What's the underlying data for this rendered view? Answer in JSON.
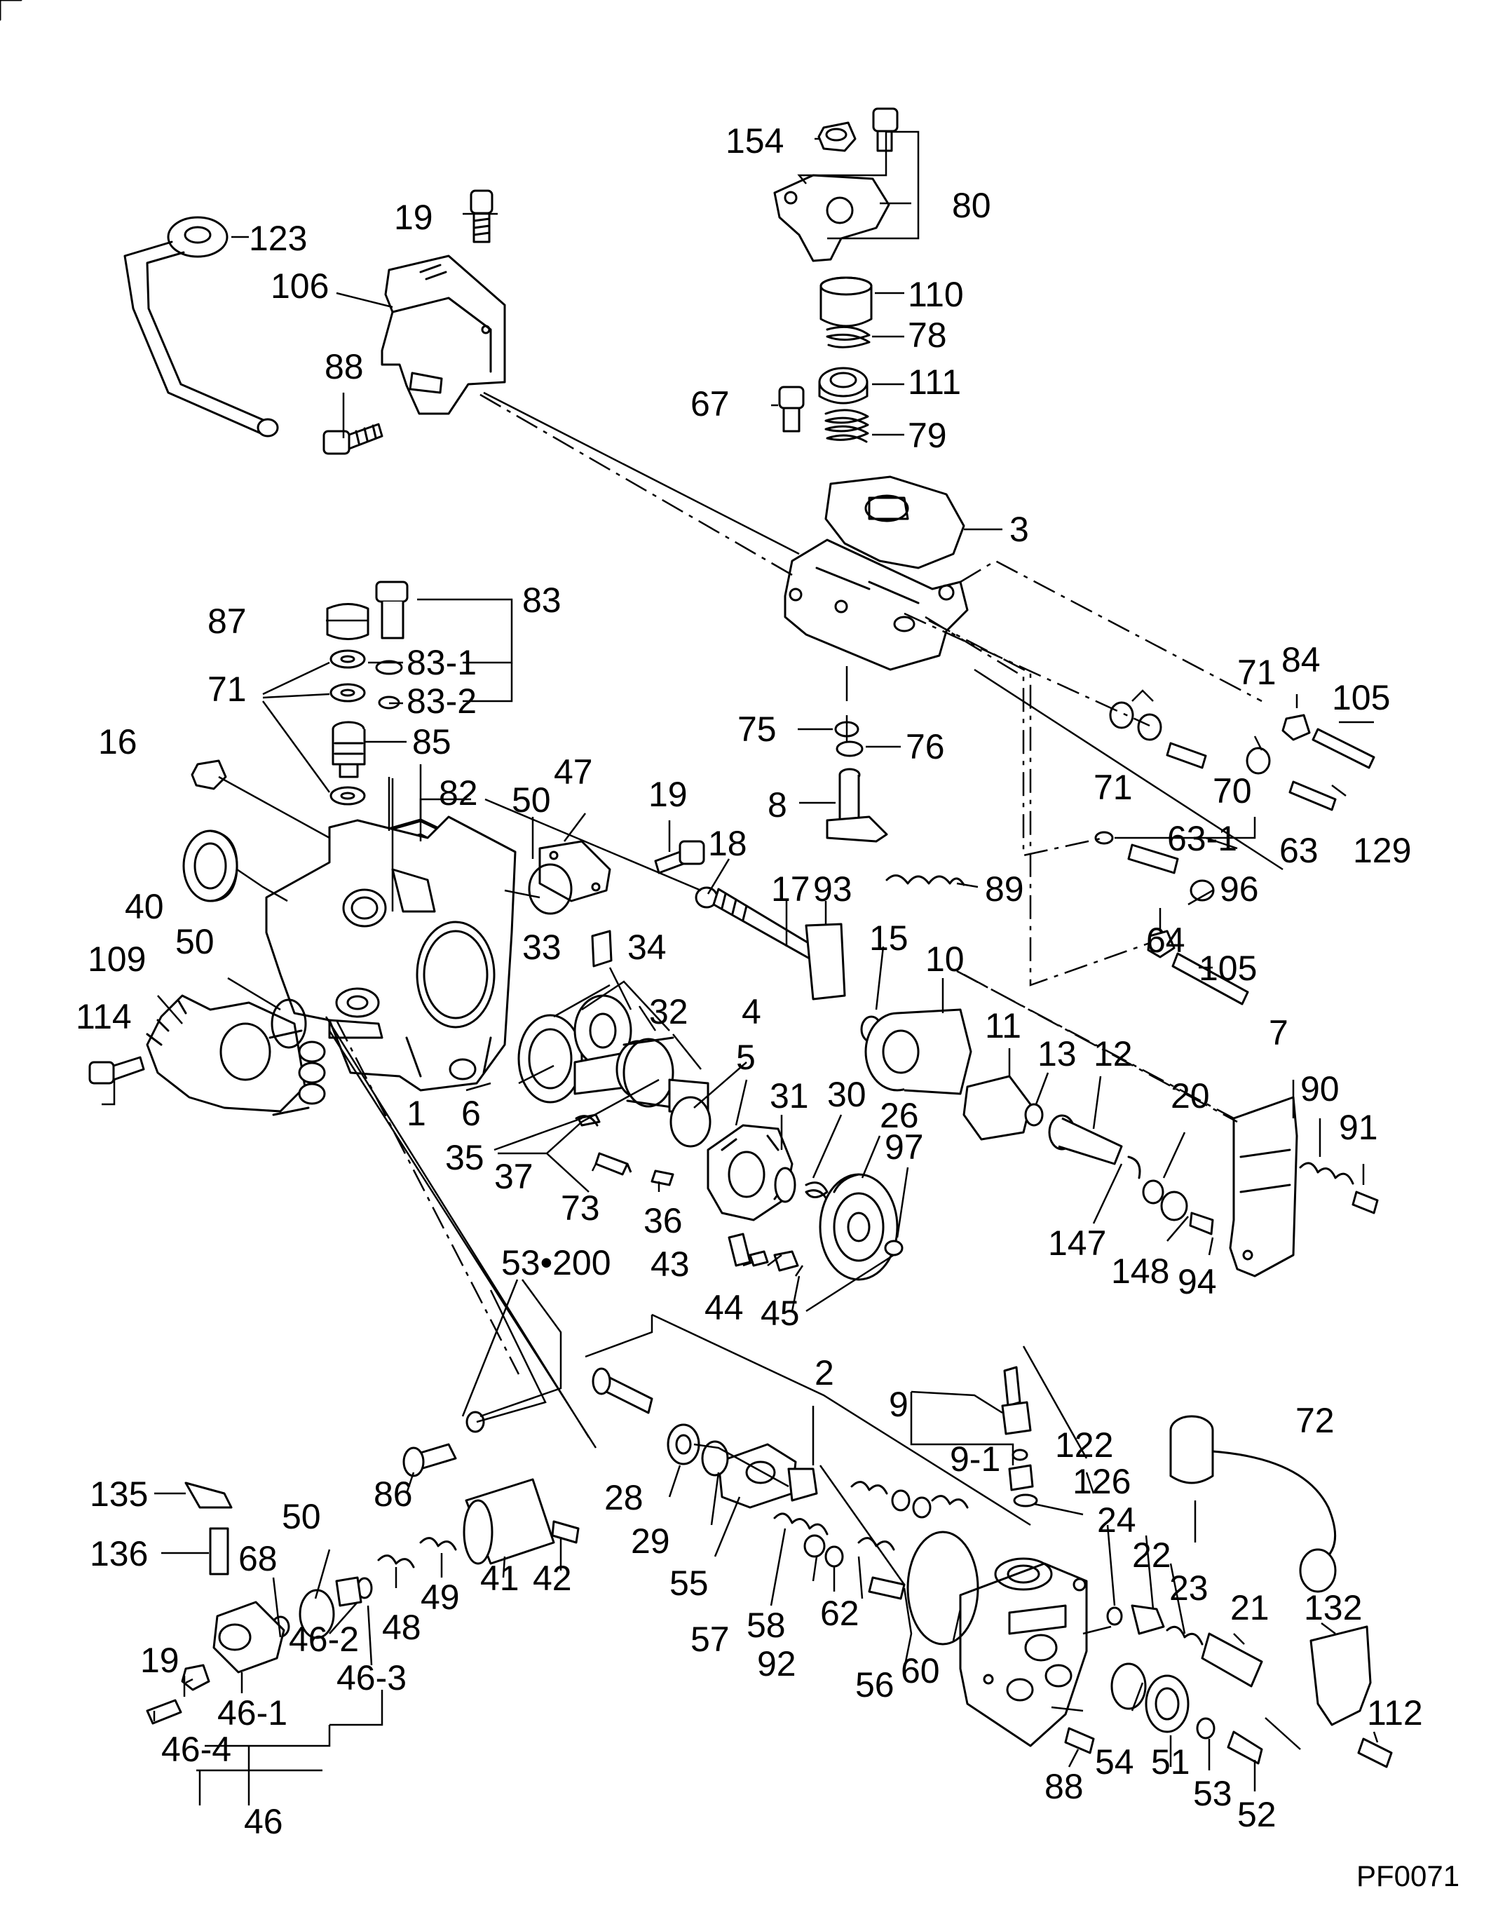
{
  "diagram_code": "PF0071",
  "callouts": {
    "c154": "154",
    "c80": "80",
    "c19a": "19",
    "c123": "123",
    "c106": "106",
    "c110": "110",
    "c78": "78",
    "c88a": "88",
    "c67": "67",
    "c111": "111",
    "c79": "79",
    "c3": "3",
    "c83": "83",
    "c87": "87",
    "c83_1": "83-1",
    "c71a": "71",
    "c83_2": "83-2",
    "c85": "85",
    "c16": "16",
    "c47": "47",
    "c82": "82",
    "c50a": "50",
    "c19b": "19",
    "c71b": "71",
    "c84": "84",
    "c105a": "105",
    "c75": "75",
    "c76": "76",
    "c8": "8",
    "c71c": "71",
    "c70": "70",
    "c63_1": "63-1",
    "c63": "63",
    "c129": "129",
    "c40": "40",
    "c18": "18",
    "c17": "17",
    "c93": "93",
    "c89": "89",
    "c96": "96",
    "c109": "109",
    "c50b": "50",
    "c64": "64",
    "c105b": "105",
    "c33": "33",
    "c34": "34",
    "c15": "15",
    "c10": "10",
    "c114": "114",
    "c32": "32",
    "c4": "4",
    "c11": "11",
    "c13": "13",
    "c12": "12",
    "c7": "7",
    "c5": "5",
    "c6": "6",
    "c1": "1",
    "c30": "30",
    "c26": "26",
    "c31": "31",
    "c20": "20",
    "c90": "90",
    "c35": "35",
    "c37": "37",
    "c97": "97",
    "c91": "91",
    "c73": "73",
    "c36": "36",
    "c147": "147",
    "c43": "43",
    "c148": "148",
    "c53_200": "53•200",
    "c44": "44",
    "c45": "45",
    "c94": "94",
    "c2": "2",
    "c9": "9",
    "c122": "122",
    "c72": "72",
    "c9_1": "9-1",
    "c126": "126",
    "c135": "135",
    "c86": "86",
    "c28": "28",
    "c50c": "50",
    "c24": "24",
    "c22": "22",
    "c23": "23",
    "c136": "136",
    "c68": "68",
    "c29": "29",
    "c41": "41",
    "c42": "42",
    "c49": "49",
    "c55": "55",
    "c21": "21",
    "c132": "132",
    "c46_2": "46-2",
    "c48": "48",
    "c19c": "19",
    "c58": "58",
    "c62": "62",
    "c57": "57",
    "c92": "92",
    "c46_3": "46-3",
    "c60": "60",
    "c46_1": "46-1",
    "c56": "56",
    "c112": "112",
    "c46_4": "46-4",
    "c88b": "88",
    "c54": "54",
    "c51": "51",
    "c53": "53",
    "c46": "46",
    "c52": "52"
  }
}
